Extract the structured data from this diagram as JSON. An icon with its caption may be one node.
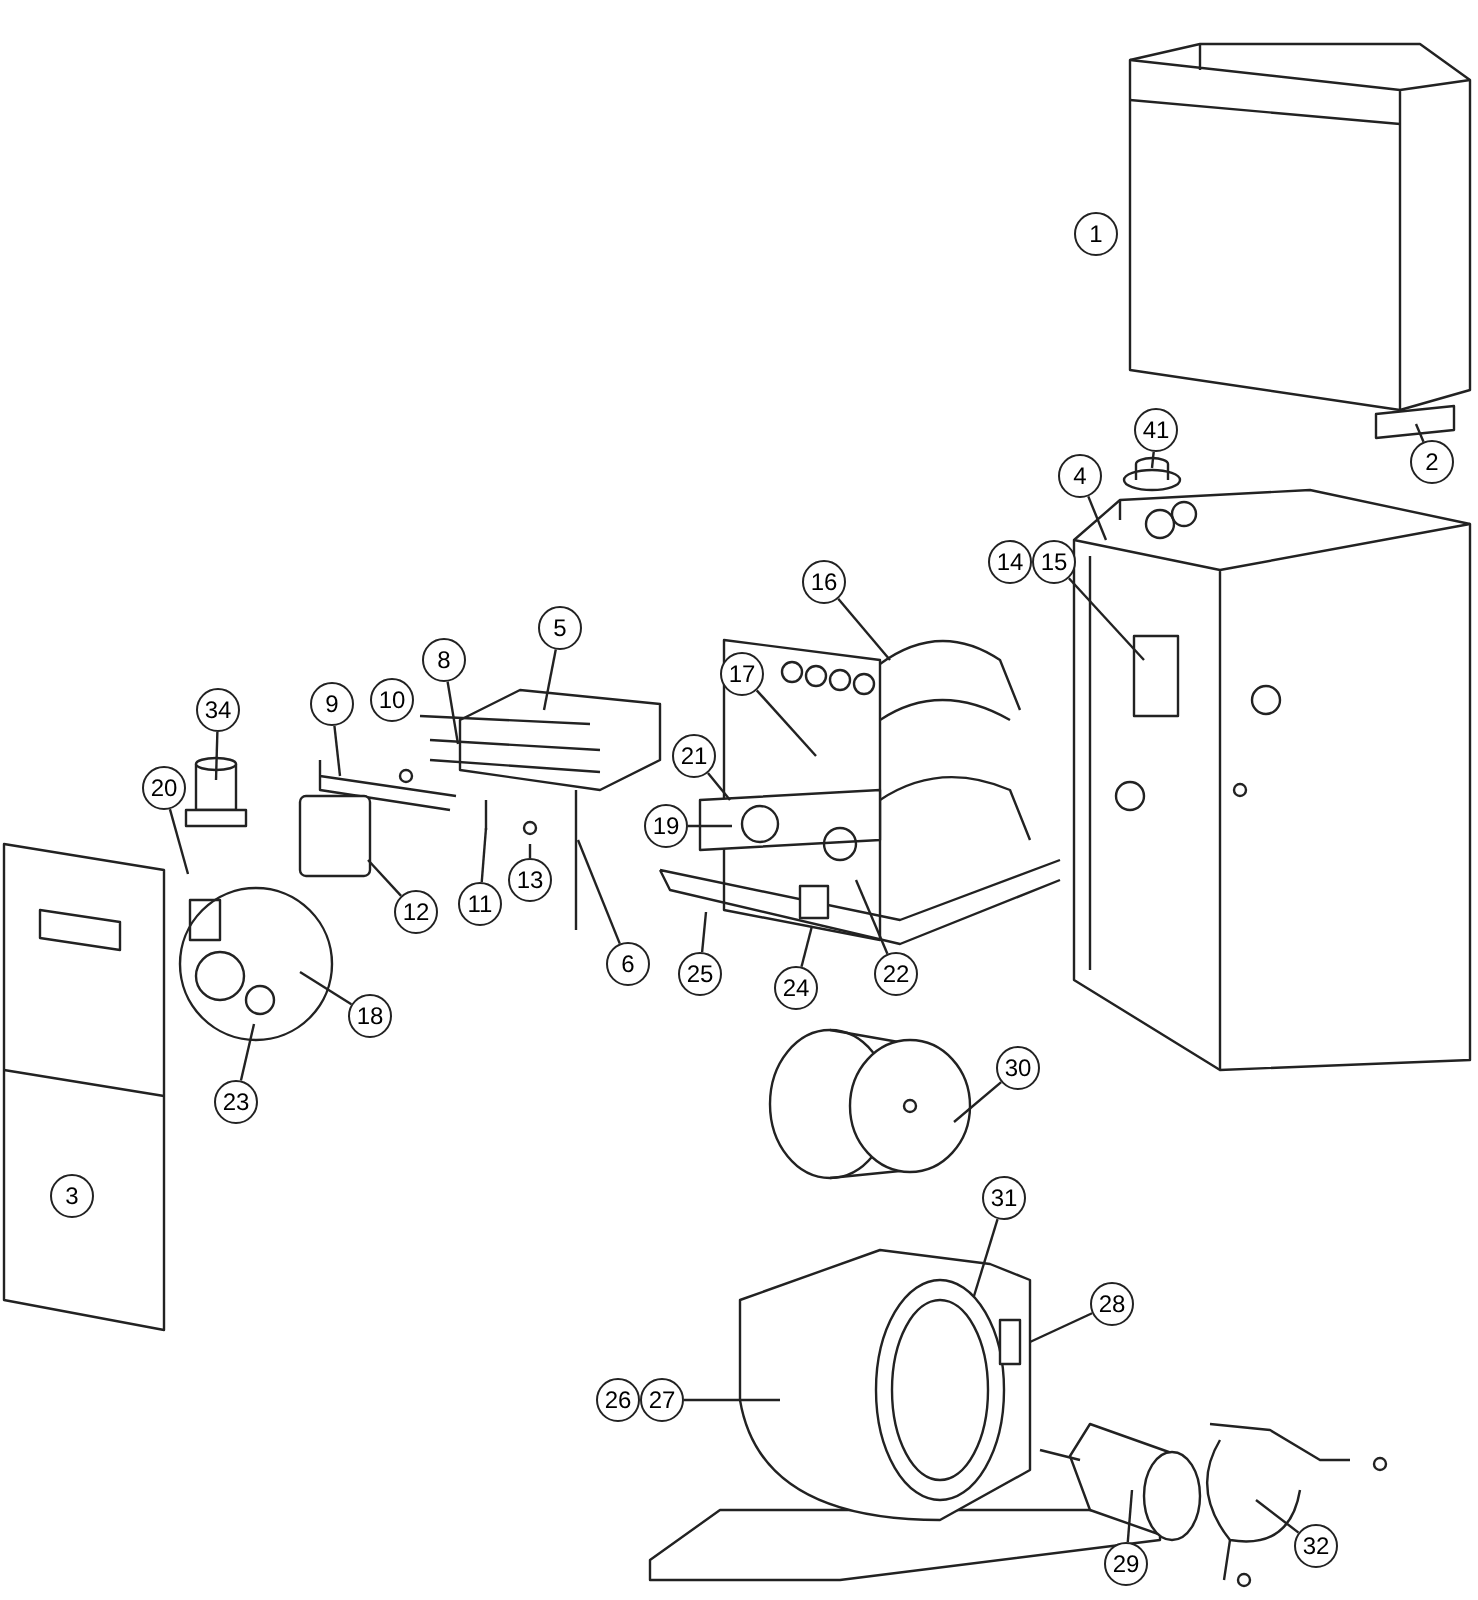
{
  "diagram": {
    "nodes": [
      {
        "text": [
          "1"
        ]
      },
      {
        "text": [
          "2"
        ]
      },
      {
        "text": [
          "41"
        ]
      },
      {
        "text": [
          "4"
        ]
      },
      {
        "text": [
          "14"
        ]
      },
      {
        "text": [
          "15"
        ]
      },
      {
        "text": [
          "16"
        ]
      },
      {
        "text": [
          "5"
        ]
      },
      {
        "text": [
          "8"
        ]
      },
      {
        "text": [
          "17"
        ]
      },
      {
        "text": [
          "9"
        ]
      },
      {
        "text": [
          "10"
        ]
      },
      {
        "text": [
          "34"
        ]
      },
      {
        "text": [
          "21"
        ]
      },
      {
        "text": [
          "19"
        ]
      },
      {
        "text": [
          "20"
        ]
      },
      {
        "text": [
          "12"
        ]
      },
      {
        "text": [
          "11"
        ]
      },
      {
        "text": [
          "13"
        ]
      },
      {
        "text": [
          "6"
        ]
      },
      {
        "text": [
          "22"
        ]
      },
      {
        "text": [
          "25"
        ]
      },
      {
        "text": [
          "24"
        ]
      },
      {
        "text": [
          "18"
        ]
      },
      {
        "text": [
          "23"
        ]
      },
      {
        "text": [
          "30"
        ]
      },
      {
        "text": [
          "3"
        ]
      },
      {
        "text": [
          "31"
        ]
      },
      {
        "text": [
          "28"
        ]
      },
      {
        "text": [
          "26"
        ]
      },
      {
        "text": [
          "27"
        ]
      },
      {
        "text": [
          "32"
        ]
      },
      {
        "text": [
          "29"
        ]
      }
    ],
    "edges": [
      {
        "from": 1,
        "to": null,
        "arrow": "none"
      },
      {
        "from": 2,
        "to": null,
        "arrow": "none"
      },
      {
        "from": 3,
        "to": null,
        "arrow": "none"
      },
      {
        "from": 5,
        "to": null,
        "arrow": "none"
      },
      {
        "from": 6,
        "to": null,
        "arrow": "none"
      },
      {
        "from": 7,
        "to": null,
        "arrow": "none"
      },
      {
        "from": 8,
        "to": null,
        "arrow": "none"
      },
      {
        "from": 9,
        "to": null,
        "arrow": "none"
      },
      {
        "from": 10,
        "to": null,
        "arrow": "none"
      },
      {
        "from": 12,
        "to": null,
        "arrow": "none"
      },
      {
        "from": 13,
        "to": null,
        "arrow": "none"
      },
      {
        "from": 14,
        "to": null,
        "arrow": "none"
      },
      {
        "from": 15,
        "to": null,
        "arrow": "none"
      },
      {
        "from": 16,
        "to": null,
        "arrow": "none"
      },
      {
        "from": 17,
        "to": null,
        "arrow": "none"
      },
      {
        "from": 18,
        "to": null,
        "arrow": "none"
      },
      {
        "from": 19,
        "to": null,
        "arrow": "none"
      },
      {
        "from": 20,
        "to": null,
        "arrow": "none"
      },
      {
        "from": 21,
        "to": null,
        "arrow": "none"
      },
      {
        "from": 22,
        "to": null,
        "arrow": "none"
      },
      {
        "from": 23,
        "to": null,
        "arrow": "none"
      },
      {
        "from": 24,
        "to": null,
        "arrow": "none"
      },
      {
        "from": 25,
        "to": null,
        "arrow": "none"
      },
      {
        "from": 27,
        "to": null,
        "arrow": "none"
      },
      {
        "from": 28,
        "to": null,
        "arrow": "none"
      },
      {
        "from": 30,
        "to": null,
        "arrow": "none"
      },
      {
        "from": 31,
        "to": null,
        "arrow": "none"
      },
      {
        "from": 32,
        "to": null,
        "arrow": "none"
      }
    ]
  }
}
